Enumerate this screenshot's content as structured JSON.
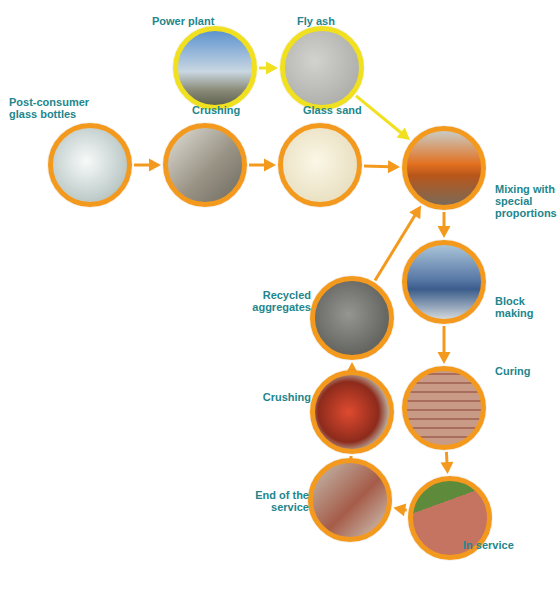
{
  "diagram": {
    "nodes": [
      {
        "text": [
          "Power plant"
        ]
      },
      {
        "text": [
          "Fly ash"
        ]
      },
      {
        "text": [
          "Post-consumer glass bottles"
        ]
      },
      {
        "text": [
          "Crushing"
        ]
      },
      {
        "text": [
          "Glass sand"
        ]
      },
      {
        "text": [
          "Mixing with special proportions"
        ]
      },
      {
        "text": [
          "Block making"
        ]
      },
      {
        "text": [
          "Curing"
        ]
      },
      {
        "text": [
          "In service"
        ]
      },
      {
        "text": [
          "End of the service"
        ]
      },
      {
        "text": [
          "Crushing"
        ]
      },
      {
        "text": [
          "Recycled aggregates"
        ]
      }
    ],
    "edges": [
      {
        "from": 0,
        "to": 1,
        "arrow": "to"
      },
      {
        "from": 1,
        "to": 5,
        "arrow": "to"
      },
      {
        "from": 2,
        "to": 3,
        "arrow": "to"
      },
      {
        "from": 3,
        "to": 4,
        "arrow": "to"
      },
      {
        "from": 4,
        "to": 5,
        "arrow": "to"
      },
      {
        "from": 5,
        "to": 6,
        "arrow": "to"
      },
      {
        "from": 6,
        "to": 7,
        "arrow": "to"
      },
      {
        "from": 7,
        "to": 8,
        "arrow": "to"
      },
      {
        "from": 8,
        "to": 9,
        "arrow": "to"
      },
      {
        "from": 9,
        "to": 10,
        "arrow": "to"
      },
      {
        "from": 10,
        "to": 11,
        "arrow": "to"
      },
      {
        "from": 11,
        "to": 5,
        "arrow": "to"
      }
    ]
  }
}
